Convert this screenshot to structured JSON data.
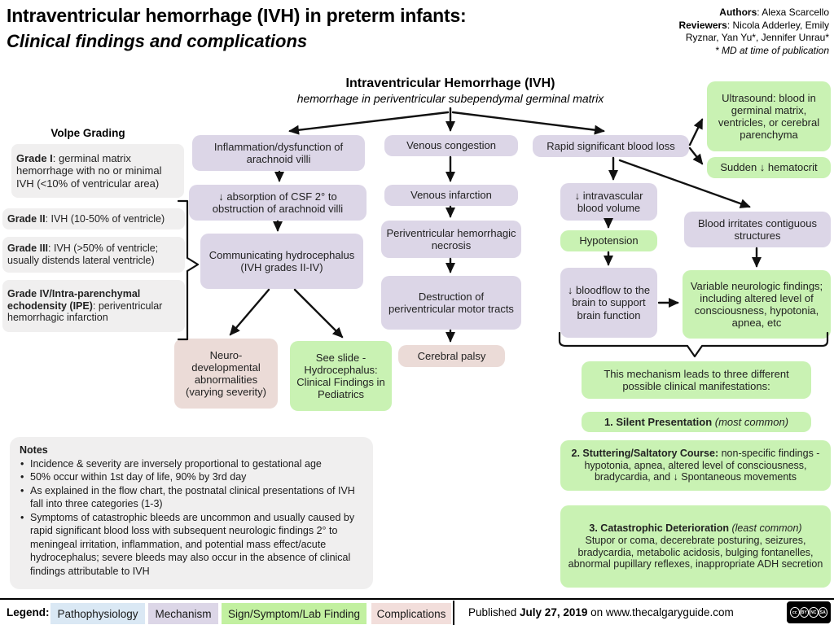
{
  "page": {
    "title_line1": "Intraventricular hemorrhage (IVH) in preterm infants:",
    "title_line2": "Clinical findings and complications"
  },
  "authors": {
    "l1_b": "Authors",
    "l1_t": ":  Alexa Scarcello",
    "l2_b": "Reviewers",
    "l2_t": ": Nicola Adderley, Emily",
    "l3": "Ryznar, Yan Yu*, Jennifer Unrau*",
    "l4": "* MD at time of publication"
  },
  "root": {
    "title": "Intraventricular Hemorrhage (IVH)",
    "subtitle": "hemorrhage in periventricular subependymal germinal matrix"
  },
  "volpe": {
    "heading": "Volpe Grading",
    "grade1_b": "Grade I",
    "grade1_t": ": germinal matrix hemorrhage with no or minimal IVH (<10% of ventricular area)",
    "grade2_b": "Grade II",
    "grade2_t": ": IVH (10-50% of ventricle)",
    "grade3_b": "Grade III",
    "grade3_t": ": IVH (>50% of ventricle; usually distends lateral ventricle)",
    "grade4_b": "Grade IV/Intra-parenchymal echodensity (IPE)",
    "grade4_t": ": periventricular hemorrhagic infarction"
  },
  "flow": {
    "inflammation": "Inflammation/dysfunction of arachnoid villi",
    "csf_absorption": "↓ absorption of CSF 2° to obstruction of arachnoid villi",
    "hydrocephalus": "Communicating hydrocephalus (IVH grades II-IV)",
    "neurodev": "Neuro-developmental abnormalities (varying severity)",
    "see_slide": "See slide - Hydrocephalus: Clinical Findings in Pediatrics",
    "venous_congestion": "Venous congestion",
    "venous_infarction": "Venous infarction",
    "necrosis": "Periventricular hemorrhagic necrosis",
    "motor_tracts": "Destruction of periventricular motor tracts",
    "cerebral_palsy": "Cerebral palsy",
    "blood_loss": "Rapid significant blood loss",
    "ultrasound": "Ultrasound: blood in germinal matrix, ventricles, or cerebral parenchyma",
    "hematocrit": "Sudden ↓ hematocrit",
    "intravascular": "↓ intravascular blood volume",
    "hypotension": "Hypotension",
    "bloodflow": "↓ bloodflow to the brain to support brain function",
    "irritates": "Blood irritates contiguous structures",
    "neuro_findings": "Variable neurologic findings; including altered level of consciousness, hypotonia, apnea, etc",
    "mechanism_note": "This mechanism leads to three different possible clinical manifestations:",
    "silent_b": "1. Silent Presentation",
    "silent_i": " (most common)",
    "stuttering_b": "2. Stuttering/Saltatory Course:",
    "stuttering_t": " non-specific findings - hypotonia, apnea, altered level of consciousness, bradycardia, and ↓ Spontaneous movements",
    "catastrophic_b": "3. Catastrophic Deterioration",
    "catastrophic_i": " (least common)",
    "catastrophic_t": "Stupor or coma, decerebrate posturing, seizures, bradycardia, metabolic acidosis, bulging fontanelles, abnormal pupillary reflexes, inappropriate ADH secretion"
  },
  "notes": {
    "heading": "Notes",
    "items": [
      "Incidence & severity are inversely proportional to gestational age",
      "50% occur within 1st day of life, 90% by 3rd day",
      "As explained in the flow chart, the postnatal clinical presentations of IVH fall into three categories (1-3)",
      "Symptoms of catastrophic bleeds are uncommon and usually caused by rapid significant blood loss with subsequent neurologic findings 2° to meningeal irritation, inflammation, and potential mass effect/acute hydrocephalus; severe bleeds may also occur in the absence of clinical findings attributable to IVH"
    ]
  },
  "legend": {
    "label": "Legend:",
    "pathophysiology": "Pathophysiology",
    "mechanism": "Mechanism",
    "sign_symptom": "Sign/Symptom/Lab Finding",
    "complications": "Complications"
  },
  "footer": {
    "published_prefix": "Published ",
    "published_date": "July 27, 2019",
    "published_suffix": " on www.thecalgaryguide.com",
    "cc_circles": [
      "cc",
      "BY",
      "NC",
      "SA"
    ]
  },
  "colors": {
    "mechanism": "#dcd6e7",
    "sign_symptom": "#c9f2b3",
    "sign_symptom_legend": "#c2f0a0",
    "complication": "#ebdbd7",
    "pathophysiology": "#dae8f4",
    "note_box": "#f0efef",
    "arrow": "#111111"
  }
}
